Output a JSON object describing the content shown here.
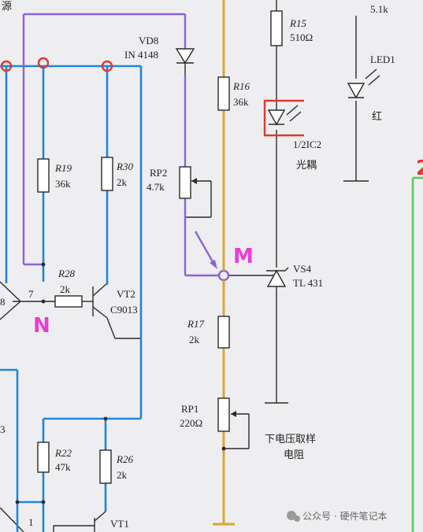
{
  "header_fragment": "源",
  "r15": {
    "name": "R15",
    "value": "510Ω"
  },
  "r16": {
    "name": "R16",
    "value": "36k"
  },
  "r17": {
    "name": "R17",
    "value": "2k"
  },
  "r19": {
    "name": "R19",
    "value": "36k"
  },
  "r30": {
    "name": "R30",
    "value": "2k"
  },
  "r28": {
    "name": "R28",
    "value": "2k"
  },
  "r22": {
    "name": "R22",
    "value": "47k"
  },
  "r26": {
    "name": "R26",
    "value": "2k"
  },
  "r_top_value": "5.1k",
  "vd8": {
    "name": "VD8",
    "value": "IN 4148"
  },
  "rp2": {
    "name": "RP2",
    "value": "4.7k"
  },
  "rp1": {
    "name": "RP1",
    "value": "220Ω"
  },
  "vs4": {
    "name": "VS4",
    "value": "TL 431"
  },
  "vt2": {
    "name": "VT2",
    "value": "C9013"
  },
  "vt1": {
    "name": "VT1"
  },
  "led1": {
    "name": "LED1",
    "color_label": "红"
  },
  "ic2": {
    "name": "1/2IC2",
    "label": "光耦"
  },
  "sampling_label": [
    "下电压取样",
    "电阻"
  ],
  "node_m": "M",
  "node_n": "N",
  "pin_7": "7",
  "pin_8_fragment": "8",
  "pin_3_fragment": "3",
  "pin_1": "1",
  "right_fragment": "2",
  "watermark": "公众号 · 硬件笔记本",
  "colors": {
    "paper": "#eeeef1",
    "ink": "#2a2a2a",
    "blue": "#1f86d6",
    "purple": "#8a62d8",
    "gold": "#d9a437",
    "red": "#e0382e",
    "magenta": "#e83ed6",
    "green": "#5fcc5f"
  }
}
